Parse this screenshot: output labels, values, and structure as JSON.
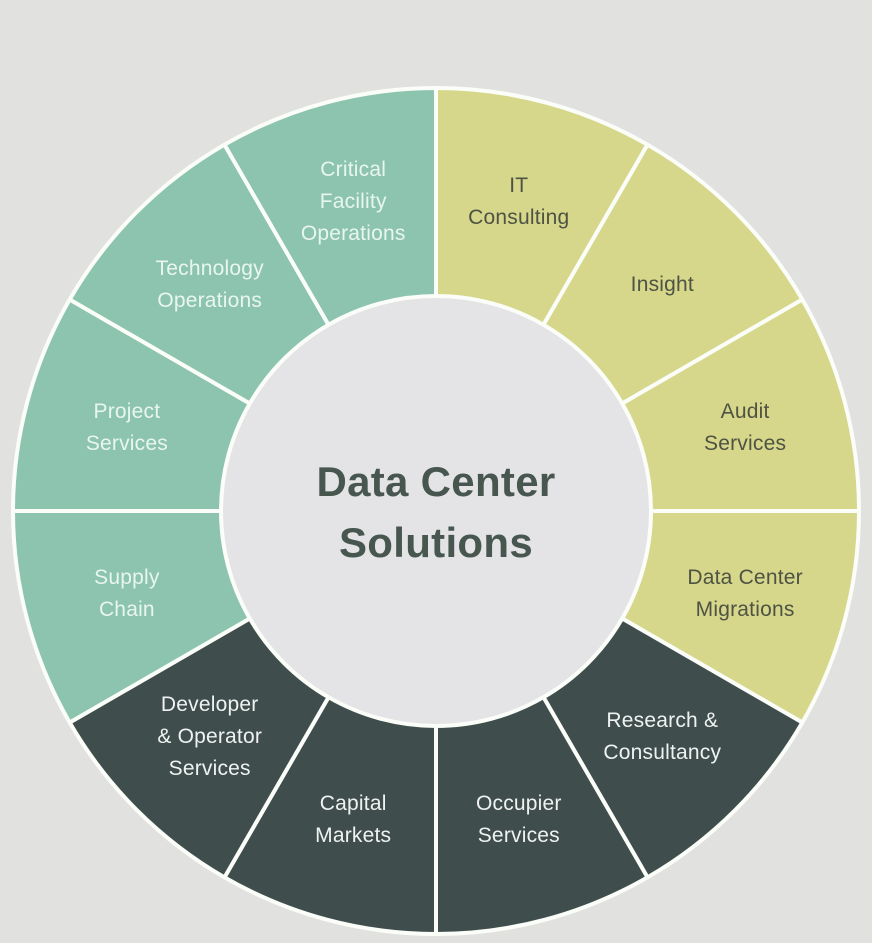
{
  "page": {
    "background_color": "#e1e2e0",
    "hole_color": "#e4e4e6"
  },
  "chart_data": {
    "type": "pie",
    "variant": "donut",
    "title": "Data Center Solutions",
    "center_display": "Data Center\nSolutions",
    "center_text_color": "#47564f",
    "direction": "clockwise",
    "start_angle_deg": 0,
    "segment_angle_deg": 30,
    "separator_color": "#fbfdf8",
    "legend": "none",
    "groups": [
      {
        "name": "yellow-olive",
        "color": "#d6d78b",
        "text_color": "#4e5344"
      },
      {
        "name": "dark-slate",
        "color": "#3f4e4c",
        "text_color": "#eef3f1"
      },
      {
        "name": "teal-green",
        "color": "#8cc4b0",
        "text_color": "#e9f6ef"
      }
    ],
    "segments": [
      {
        "label": "IT Consulting",
        "display": "IT\nConsulting",
        "group": 0,
        "value": 1
      },
      {
        "label": "Insight",
        "display": "Insight",
        "group": 0,
        "value": 1
      },
      {
        "label": "Audit Services",
        "display": "Audit\nServices",
        "group": 0,
        "value": 1
      },
      {
        "label": "Data Center Migrations",
        "display": "Data Center\nMigrations",
        "group": 0,
        "value": 1
      },
      {
        "label": "Research & Consultancy",
        "display": "Research &\nConsultancy",
        "group": 1,
        "value": 1
      },
      {
        "label": "Occupier Services",
        "display": "Occupier\nServices",
        "group": 1,
        "value": 1
      },
      {
        "label": "Capital Markets",
        "display": "Capital\nMarkets",
        "group": 1,
        "value": 1
      },
      {
        "label": "Developer & Operator Services",
        "display": "Developer\n& Operator\nServices",
        "group": 1,
        "value": 1
      },
      {
        "label": "Supply Chain",
        "display": "Supply\nChain",
        "group": 2,
        "value": 1
      },
      {
        "label": "Project Services",
        "display": "Project\nServices",
        "group": 2,
        "value": 1
      },
      {
        "label": "Technology Operations",
        "display": "Technology\nOperations",
        "group": 2,
        "value": 1
      },
      {
        "label": "Critical Facility Operations",
        "display": "Critical\nFacility\nOperations",
        "group": 2,
        "value": 1
      }
    ]
  }
}
